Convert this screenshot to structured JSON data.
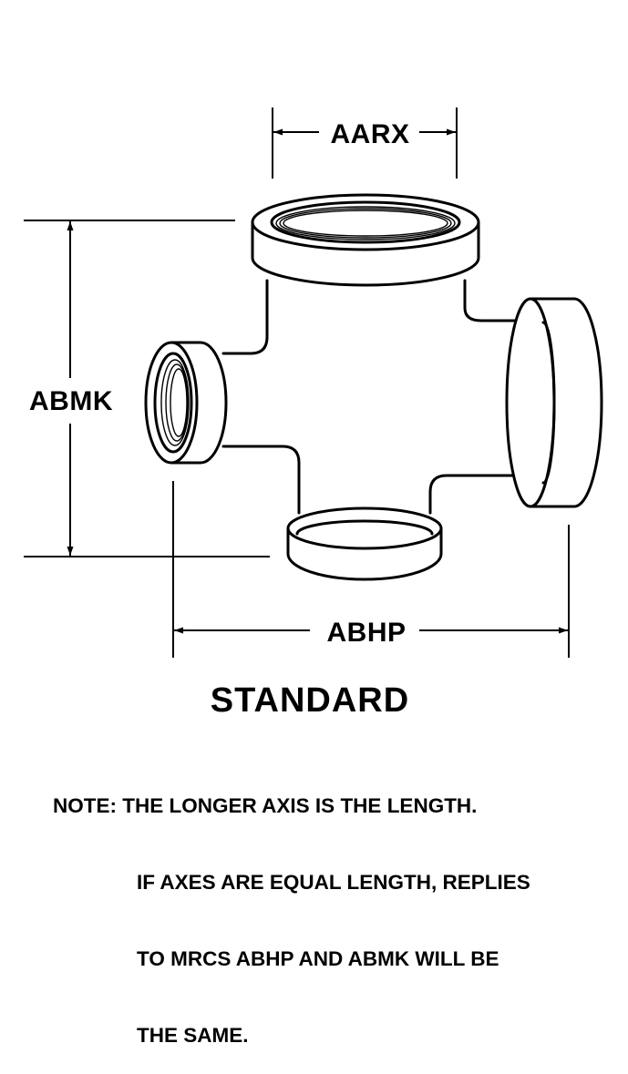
{
  "dimensions": {
    "top_width": "AARX",
    "height": "ABMK",
    "length": "ABHP"
  },
  "title": "STANDARD",
  "note": {
    "line1": "NOTE: THE LONGER AXIS IS THE LENGTH.",
    "line2": "IF AXES ARE EQUAL LENGTH, REPLIES",
    "line3": "TO MRCS ABHP AND ABMK WILL BE",
    "line4": "THE SAME."
  }
}
